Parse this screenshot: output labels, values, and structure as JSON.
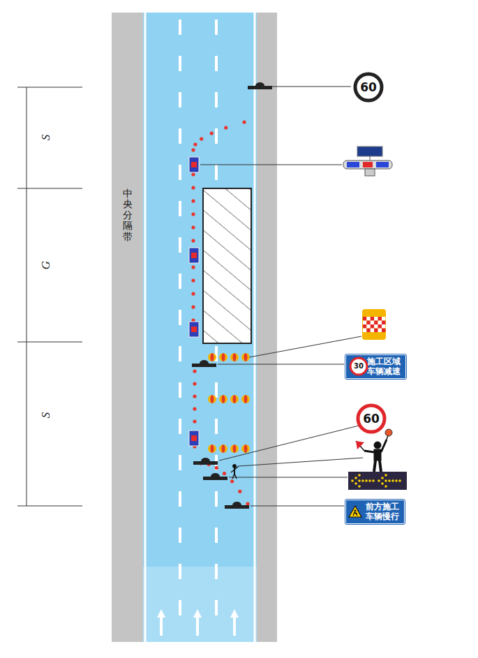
{
  "diagram": {
    "nodes": [
      {
        "text": [
          "60"
        ]
      },
      {
        "text": [
          "中央分隔带"
        ]
      },
      {
        "text": [
          "施工区域 车辆减速"
        ]
      },
      {
        "text": [
          "30"
        ],
        "in": 2
      },
      {
        "text": [
          "60"
        ]
      },
      {
        "text": [
          "前方施工 车辆慢行"
        ]
      }
    ],
    "labels": [
      "S",
      "G",
      "S"
    ]
  }
}
